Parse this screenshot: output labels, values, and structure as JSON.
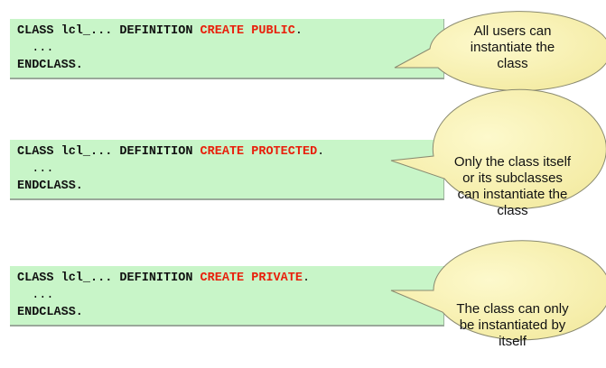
{
  "blocks": [
    {
      "line1_prefix": "CLASS lcl_... DEFINITION ",
      "keyword": "CREATE PUBLIC",
      "line1_suffix": ".",
      "line2": "  ...",
      "line3": "ENDCLASS.",
      "note": [
        "All users can",
        "instantiate the",
        "class"
      ]
    },
    {
      "line1_prefix": "CLASS lcl_... DEFINITION ",
      "keyword": "CREATE PROTECTED",
      "line1_suffix": ".",
      "line2": "  ...",
      "line3": "ENDCLASS.",
      "note": [
        "Only the class itself",
        "or its subclasses",
        "can instantiate the",
        "class"
      ]
    },
    {
      "line1_prefix": "CLASS lcl_... DEFINITION ",
      "keyword": "CREATE PRIVATE",
      "line1_suffix": ".",
      "line2": "  ...",
      "line3": "ENDCLASS.",
      "note": [
        "The class can only",
        "be instantiated by",
        "itself"
      ]
    }
  ],
  "colors": {
    "code_bg": "#c8f5c8",
    "keyword": "#e8200c",
    "bubble": "#fbf5b8"
  }
}
